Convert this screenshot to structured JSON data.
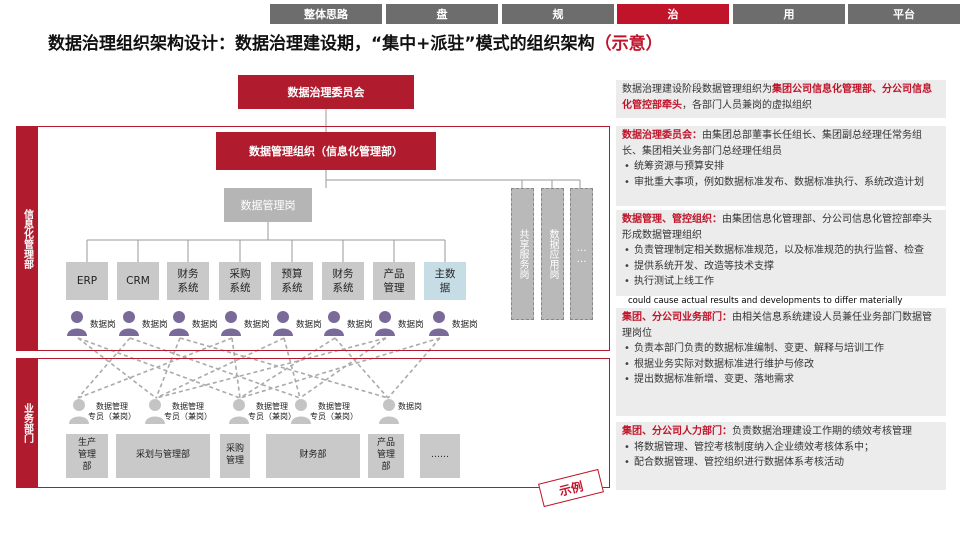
{
  "nav": [
    {
      "label": "整体思路",
      "active": false
    },
    {
      "label": "盘",
      "active": false
    },
    {
      "label": "规",
      "active": false
    },
    {
      "label": "治",
      "active": true
    },
    {
      "label": "用",
      "active": false
    },
    {
      "label": "平台",
      "active": false
    }
  ],
  "title": {
    "main": "数据治理组织架构设计：数据治理建设期，“集中+派驻”模式的组织架构",
    "note": "（示意）"
  },
  "diagram": {
    "committee": "数据治理委员会",
    "mgmt_org": "数据管理组织（信息化管理部）",
    "mgmt_post": "数据管理岗",
    "side_label_it": "信息化管理部",
    "side_label_biz": "业务部门",
    "systems": [
      "ERP",
      "CRM",
      "财务\n系统",
      "采购\n系统",
      "预算\n系统",
      "财务\n系统",
      "产品\n管理",
      "主数\n据"
    ],
    "vertical_cols": [
      "共享服务岗",
      "数据应用岗",
      "……"
    ],
    "data_post": "数据岗",
    "biz_post": "数据管理\n专员（兼岗）",
    "biz_post_short": "数据岗",
    "depts": [
      "生产\n管理\n部",
      "采划与管理部",
      "采购\n管理",
      "财务部",
      "产品\n管理\n部",
      "……"
    ],
    "stamp": "示例"
  },
  "panel": {
    "p1_pre": "数据治理建设阶段数据管理组织为",
    "p1_hl": "集团公司信息化管理部、分公司信息化管控部牵头",
    "p1_post": "，各部门人员兼岗的虚拟组织",
    "p2_hl": "数据治理委员会：",
    "p2_text": "由集团总部董事长任组长、集团副总经理任常务组长、集团相关业务部门总经理任组员",
    "p2_items": [
      "统筹资源与预算安排",
      "审批重大事项，例如数据标准发布、数据标准执行、系统改造计划"
    ],
    "p3_hl": "数据管理、管控组织：",
    "p3_text": "由集团信息化管理部、分公司信息化管控部牵头形成数据管理组织",
    "p3_items": [
      "负责管理制定相关数据标准规范，以及标准规范的执行监督、检查",
      "提供系统开发、改造等技术支撑",
      "执行测试上线工作"
    ],
    "overlay": "could cause actual results and developments to differ materially",
    "p4_hl": "集团、分公司业务部门：",
    "p4_text": "由相关信息系统建设人员兼任业务部门数据管理岗位",
    "p4_items": [
      "负责本部门负责的数据标准编制、变更、解释与培训工作",
      "根据业务实际对数据标准进行维护与修改",
      "提出数据标准新增、变更、落地需求"
    ],
    "p5_hl": "集团、分公司人力部门：",
    "p5_text": "负责数据治理建设工作期的绩效考核管理",
    "p5_items": [
      "将数据管理、管控考核制度纳入企业绩效考核体系中；",
      "配合数据管理、管控组织进行数据体系考核活动"
    ]
  },
  "colors": {
    "accent": "#c0142b",
    "dark_red": "#b01c2e",
    "nav_gray": "#6d6d6d",
    "person": "#7a6a9a"
  }
}
